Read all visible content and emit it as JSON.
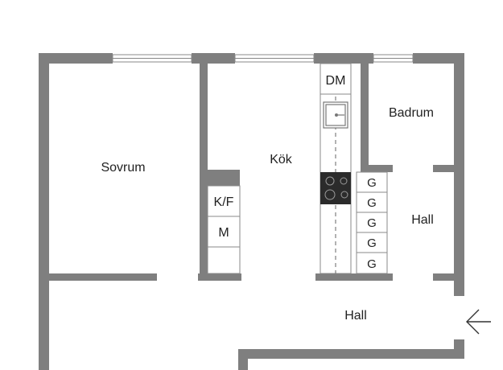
{
  "rooms": {
    "bedroom": "Sovrum",
    "kitchen": "Kök",
    "bathroom": "Badrum",
    "hall_small": "Hall",
    "hall_main": "Hall"
  },
  "fixtures": {
    "dishwasher": "DM",
    "fridge_freezer": "K/F",
    "microwave": "M",
    "wardrobes": [
      "G",
      "G",
      "G",
      "G",
      "G"
    ]
  },
  "colors": {
    "wall": "#7f7f7f",
    "background": "#ffffff",
    "text": "#222222"
  },
  "icons": {
    "entrance": "entrance-arrow-icon",
    "sink": "sink-icon",
    "stove": "stove-icon",
    "window": "window-icon"
  }
}
